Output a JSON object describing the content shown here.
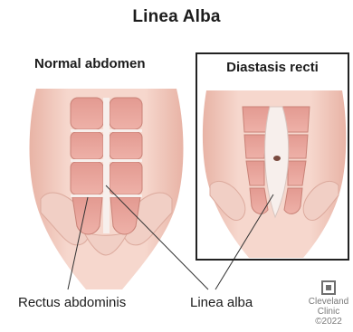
{
  "title": "Linea Alba",
  "panels": {
    "normal_label": "Normal abdomen",
    "diastasis_label": "Diastasis recti"
  },
  "callouts": {
    "rectus": "Rectus abdominis",
    "linea": "Linea alba"
  },
  "logo": {
    "line1": "Cleveland",
    "line2": "Clinic",
    "line3": "©2022"
  },
  "colors": {
    "skin": "#f3cdc2",
    "skin_shadow": "#e3a99a",
    "muscle": "#e8a39a",
    "muscle_dark": "#c97d74",
    "tendon": "#f7f1ee",
    "pelvis": "#f1d1c8",
    "line": "#333333"
  }
}
